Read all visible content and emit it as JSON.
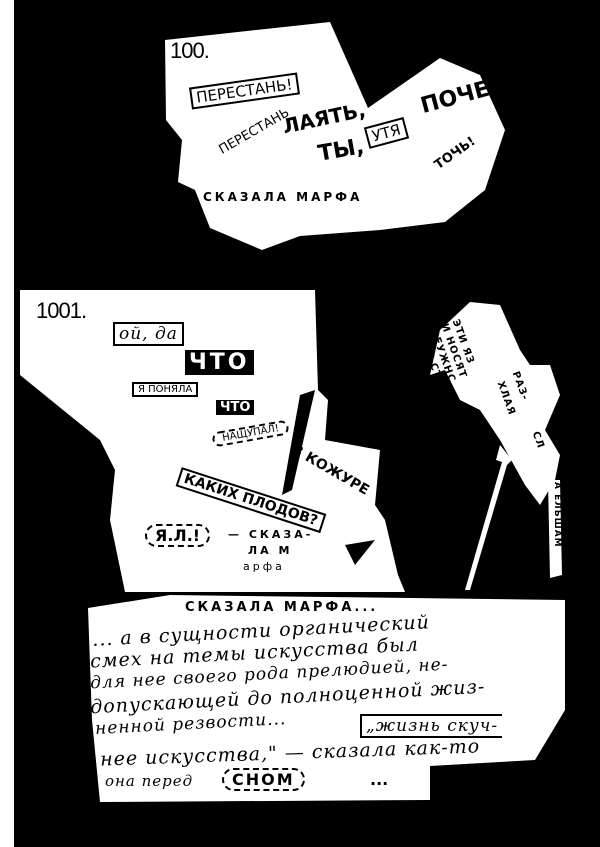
{
  "colors": {
    "background": "#000000",
    "paper": "#ffffff",
    "ink": "#000000"
  },
  "panel_100": {
    "number": "100.",
    "line1": "ПЕРЕСТАНЬ!",
    "line2": "ПЕРЕСТАНЬ",
    "line3": "ЛАЯТЬ,",
    "line4": "ТЫ,",
    "line5": "УТЯ",
    "line6": "ПОЧЕ!",
    "line7": "ТОЧЬ!",
    "caption": "СКАЗАЛА МАРФА"
  },
  "panel_1001": {
    "number": "1001.",
    "oi_da": "ой, да",
    "chto1": "ЧТО",
    "ya_ponyala": "Я ПОНЯЛА",
    "chto2": "ЧТО",
    "nashchupala": "НАЩУПАЛ!",
    "v_kozhure": "В КОЖУРЕ",
    "kakikh_plodov": "КАКИХ ПЛОДОВ?",
    "ya_l": "Я.Л.!",
    "skazala": "— СКАЗА-",
    "la_m": "ЛА М",
    "arfa": "арфа"
  },
  "side_note": {
    "lines": [
      "ЭТИ ЯЗ",
      "И НОСЯТ",
      "ЦЕУЖНС",
      "ЦИК СТИ",
      "РАЗ-",
      "ХЛАЯ",
      "СЛ",
      "А ЕЛЬШАМ"
    ]
  },
  "bottom_text": {
    "heading": "СКАЗАЛА МАРФА...",
    "lines": [
      "... а в сущности органический",
      "смех на темы искусства был",
      "для нее своего рода прелюдией, не-",
      "допускающей до полноценной жиз-",
      "ненной резвости...",
      "„жизнь скуч-",
      "нее искусства,\" — сказала как-то",
      "она перед",
      "СНОМ",
      "..."
    ]
  }
}
